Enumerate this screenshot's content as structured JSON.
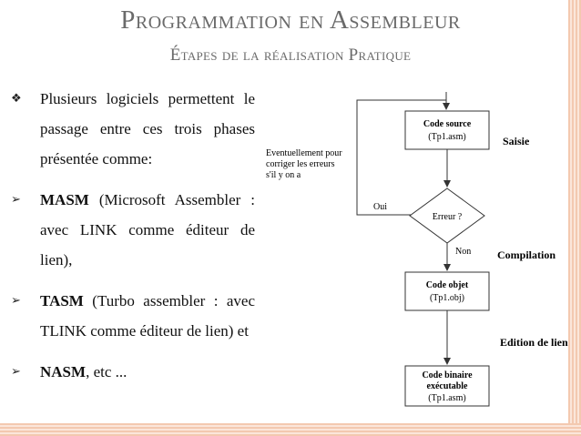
{
  "title": {
    "main": "Programmation en Assembleur",
    "sub": "Étapes de la réalisation Pratique"
  },
  "bullets": [
    {
      "icon": "diamond-bullet-icon",
      "lead": "",
      "text": "Plusieurs logiciels permettent le passage entre ces trois phases présentée comme:"
    },
    {
      "icon": "arrow-bullet-icon",
      "lead": "MASM",
      "text": " (Microsoft Assembler : avec LINK comme éditeur de lien),"
    },
    {
      "icon": "arrow-bullet-icon",
      "lead": "TASM",
      "text": " (Turbo assembler : avec TLINK comme éditeur de lien) et"
    },
    {
      "icon": "arrow-bullet-icon",
      "lead": "NASM",
      "text": ", etc ..."
    }
  ],
  "flowchart": {
    "boxes": [
      {
        "line1": "Code source",
        "line2": "(Tp1.asm)"
      },
      {
        "line1": "Code objet",
        "line2": "(Tp1.obj)"
      },
      {
        "line1": "Code binaire",
        "line2": "exécutable",
        "line3": "(Tp1.asm)"
      }
    ],
    "decision": "Erreur ?",
    "oui": "Oui",
    "non": "Non",
    "note": [
      "Eventuellement pour",
      "corriger les erreurs",
      "s'il  y on a"
    ],
    "stages": [
      "Saisie",
      "Compilation",
      "Edition de lien"
    ]
  },
  "colors": {
    "title": "#6a6a6a",
    "border": "#f3c9b0"
  }
}
